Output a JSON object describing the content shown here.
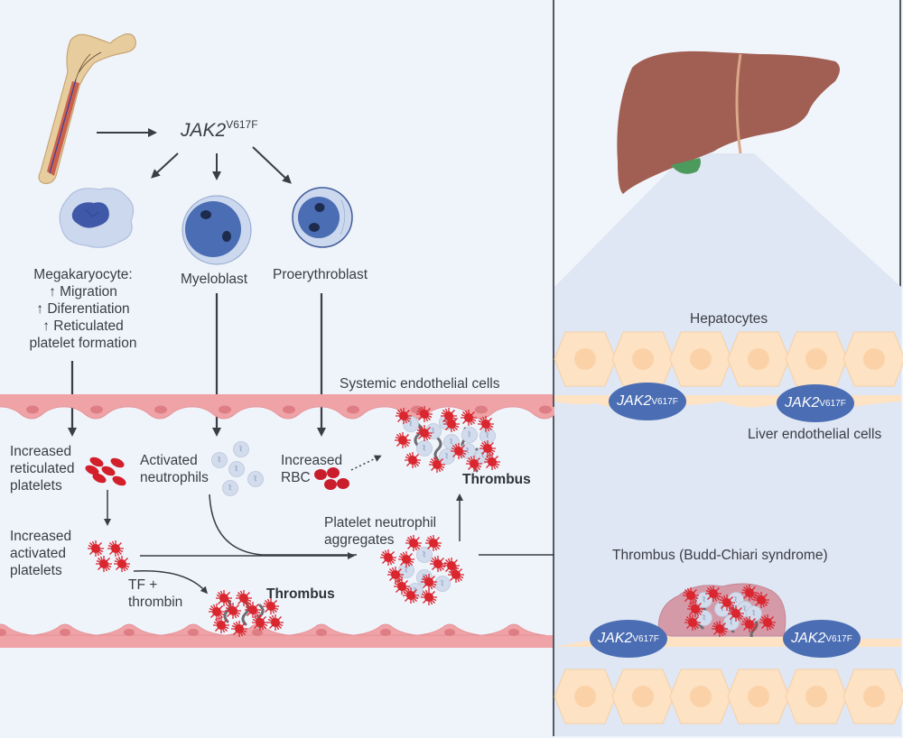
{
  "figure": {
    "gene": {
      "name": "JAK2",
      "mutation": "V617F"
    },
    "cells": {
      "megakaryocyte": {
        "title": "Megakaryocyte:",
        "lines": [
          "↑ Migration",
          "↑ Diferentiation",
          "↑ Reticulated",
          "platelet formation"
        ]
      },
      "myeloblast": "Myeloblast",
      "proerythroblast": "Proerythroblast"
    },
    "vessel": {
      "label": "Systemic endothelial cells"
    },
    "outcomes": {
      "reticulated_platelets": [
        "Increased",
        "reticulated",
        "platelets"
      ],
      "activated_neutrophils": [
        "Activated",
        "neutrophils"
      ],
      "increased_rbc": [
        "Increased",
        "RBC"
      ],
      "activated_platelets": [
        "Increased",
        "activated",
        "platelets"
      ],
      "tf_thrombin": [
        "TF +",
        "thrombin"
      ],
      "thrombus_lower": "Thrombus",
      "thrombus_upper": "Thrombus",
      "aggregates": [
        "Platelet neutrophil",
        "aggregates"
      ]
    },
    "liver_panel": {
      "hepatocytes": "Hepatocytes",
      "liver_endothelial": "Liver endothelial cells",
      "budd_chiari": "Thrombus (Budd-Chiari syndrome)"
    },
    "colors": {
      "background": "#eff3fa",
      "endothelium": "#efa3a6",
      "endothelium_nucleus": "#de7e84",
      "platelet": "#d9262f",
      "neutrophil": "#cfd9ea",
      "cell_blue": "#4a6db3",
      "hepatocyte": "#fde2c4",
      "liver": "#a15e52",
      "gallbladder": "#4d9a5d",
      "jak_ellipse": "#4a6db3",
      "thrombus_mass": "#d59aa8"
    }
  }
}
